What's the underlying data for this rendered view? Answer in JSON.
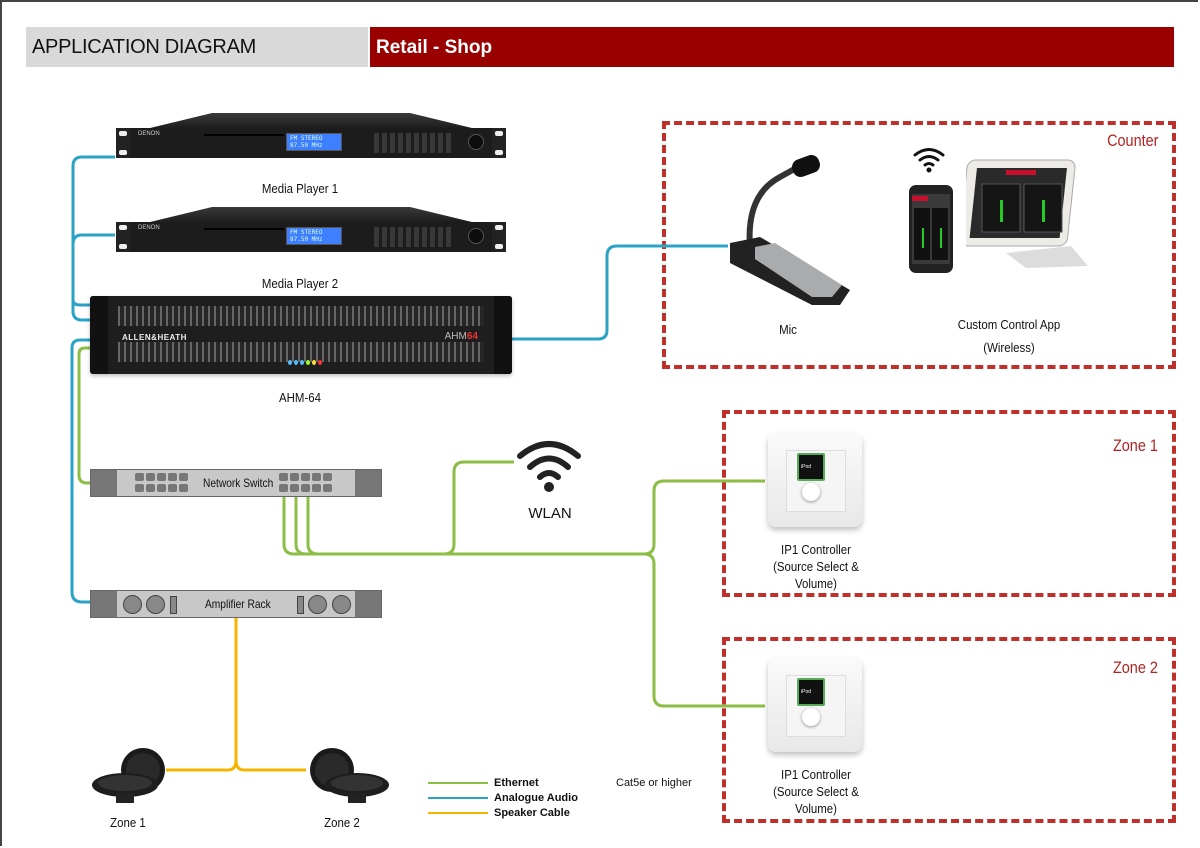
{
  "header": {
    "section_title": "APPLICATION DIAGRAM",
    "scenario_title": "Retail - Shop"
  },
  "colors": {
    "accent_red": "#990000",
    "zone_border": "#c0302a",
    "ethernet": "#8cbd45",
    "analogue_audio": "#2aa3c7",
    "speaker_cable": "#f5b400"
  },
  "devices": {
    "media_player_1": {
      "label": "Media Player 1",
      "brand": "DENON",
      "display": "FM STEREO 87.50 MHz"
    },
    "media_player_2": {
      "label": "Media Player 2",
      "brand": "DENON",
      "display": "FM STEREO 87.50 MHz"
    },
    "ahm": {
      "label": "AHM-64",
      "brand": "ALLEN&HEATH",
      "model_prefix": "AHM",
      "model_suffix": "64"
    },
    "network_switch": {
      "label": "Network Switch"
    },
    "amplifier_rack": {
      "label": "Amplifier Rack"
    },
    "wlan": {
      "label": "WLAN",
      "icon": "wifi-icon"
    },
    "speaker_zone_1": {
      "label": "Zone 1"
    },
    "speaker_zone_2": {
      "label": "Zone 2"
    }
  },
  "zones": {
    "counter": {
      "title": "Counter",
      "mic_label": "Mic",
      "app_label": "Custom Control App",
      "app_sublabel": "(Wireless)"
    },
    "zone_1": {
      "title": "Zone 1",
      "controller_label_1": "IP1 Controller",
      "controller_label_2": "(Source Select &",
      "controller_label_3": "Volume)",
      "screen_text": "iPod"
    },
    "zone_2": {
      "title": "Zone 2",
      "controller_label_1": "IP1 Controller",
      "controller_label_2": "(Source Select &",
      "controller_label_3": "Volume)",
      "screen_text": "iPod"
    }
  },
  "legend": {
    "items": [
      {
        "label": "Ethernet",
        "note": "Cat5e or higher"
      },
      {
        "label": "Analogue Audio",
        "note": ""
      },
      {
        "label": "Speaker Cable",
        "note": ""
      }
    ]
  }
}
